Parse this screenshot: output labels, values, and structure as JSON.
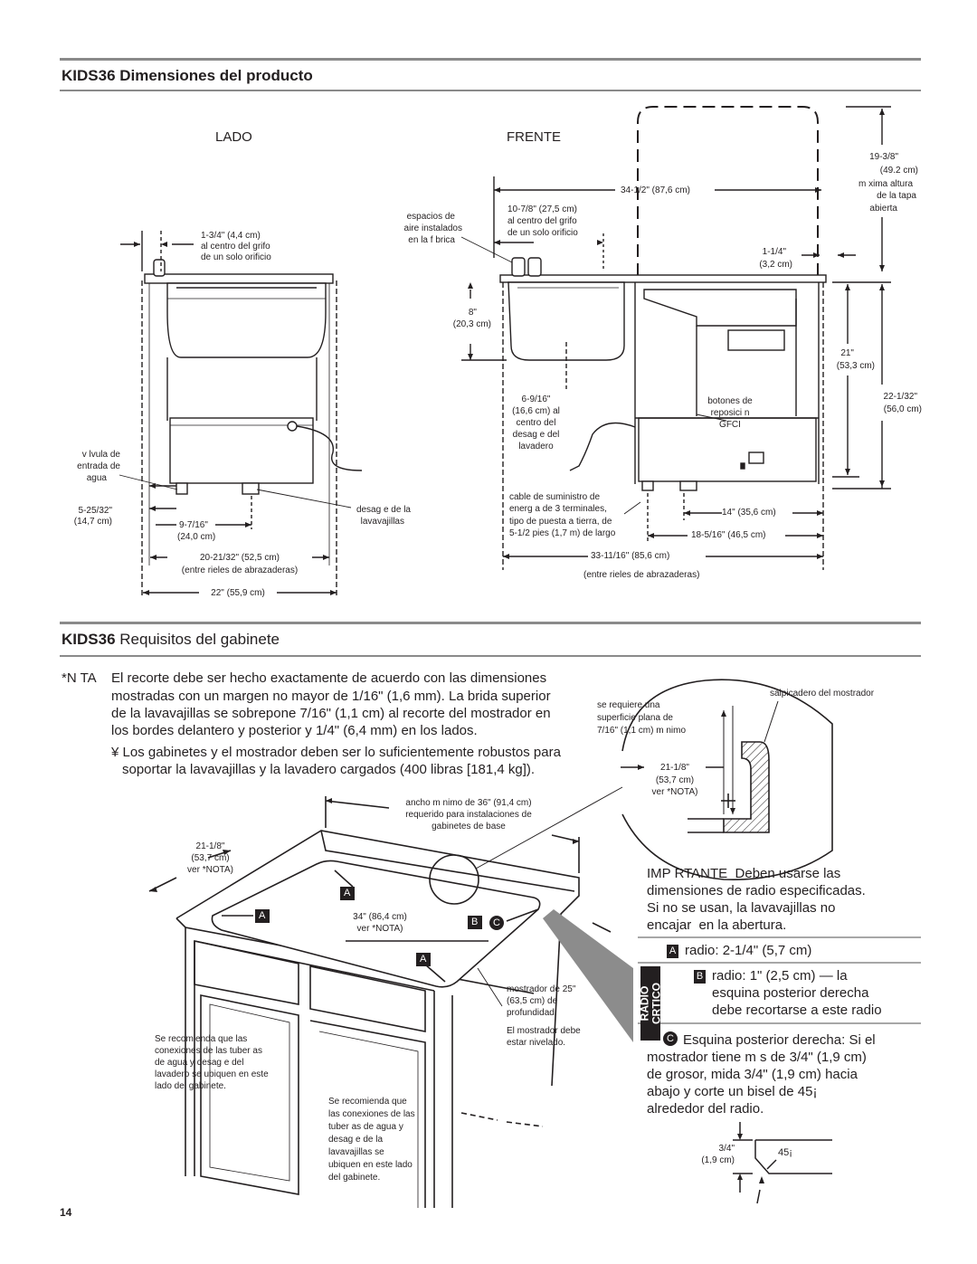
{
  "section1": {
    "title_model": "KIDS36",
    "title_rest": "Dimensiones del producto",
    "side": {
      "label": "LADO",
      "inlet_offset": "1-3/4\" (4,4 cm)",
      "inlet_offset_2": "al centro del grifo",
      "inlet_offset_3": "de un solo orificio",
      "valve_1": "v lvula de",
      "valve_2": "entrada de",
      "valve_3": "agua",
      "height_a": "5-25/32\"",
      "height_a_cm": "(14,7 cm)",
      "drain_offset": "9-7/16\"",
      "drain_offset_cm": "(24,0 cm)",
      "rail_width": "20-21/32\" (52,5 cm)",
      "rail_note": "(entre rieles de abrazaderas)",
      "total_width": "22\" (55,9 cm)",
      "drain_dw_1": "desag e de la",
      "drain_dw_2": "lavavajillas"
    },
    "front": {
      "label": "FRENTE",
      "air_1": "espacios de",
      "air_2": "aire instalados",
      "air_3": "en la f brica",
      "faucet_1": "10-7/8\" (27,5 cm)",
      "faucet_2": "al centro del grifo",
      "faucet_3": "de un solo orificio",
      "overall_width": "34-1/2\" (87,6 cm)",
      "depth_8": "8\"",
      "depth_8_cm": "(20,3 cm)",
      "drain_1": "6-9/16\"",
      "drain_2": "(16,6 cm) al",
      "drain_3": "centro del",
      "drain_4": "desag e del",
      "drain_5": "lavadero",
      "gfci_1": "botones de",
      "gfci_2": "reposici n",
      "gfci_3": "GFCI",
      "cable_1": "cable de suministro de",
      "cable_2": "energ a de 3 terminales,",
      "cable_3": "tipo de puesta a tierra, de",
      "cable_4": "5-1/2 pies (1,7 m) de largo",
      "w14": "14\" (35,6 cm)",
      "w18": "18-5/16\" (46,5 cm)",
      "w33": "33-11/16\" (85,6 cm)",
      "rail_note": "(entre rieles de abrazaderas)",
      "lid_1": "19-3/8\"",
      "lid_2": "(49.2 cm)",
      "lid_3": "m xima altura",
      "lid_4": "de la tapa",
      "lid_5": "abierta",
      "top_1": "1-1/4\"",
      "top_2": "(3,2 cm)",
      "h21": "21\"",
      "h21_cm": "(53,3 cm)",
      "h22": "22-1/32\"",
      "h22_cm": "(56,0 cm)"
    }
  },
  "section2": {
    "title_model": "KIDS36",
    "title_rest": "Requisitos del gabinete",
    "note_label": "*N TA",
    "note_line1": "El recorte debe ser hecho exactamente de acuerdo con las dimensiones",
    "note_line2": "mostradas con un margen no mayor de 1/16\" (1,6 mm). La brida superior",
    "note_line3": "de la lavavajillas se sobrepone 7/16\" (1,1 cm) al recorte del mostrador en",
    "note_line4": "los bordes delantero y posterior y 1/4\" (6,4 mm) en los lados.",
    "bullet_line1": "¥ Los gabinetes y el mostrador deben ser lo suficientemente robustos para",
    "bullet_line2": "soportar la lavavajillas y la lavadero cargados (400 libras [181,4 kg]).",
    "diagram": {
      "min_width_1": "ancho m nimo de 36\" (91,4 cm)",
      "min_width_2": "requerido para instalaciones de",
      "min_width_3": "gabinetes de base",
      "depth_1": "21-1/8\"",
      "depth_2": "(53,7 cm)",
      "depth_3": "ver *NOTA)",
      "width_1": "34\" (86,4 cm)",
      "width_2": "ver *NOTA)",
      "counter_1": "mostrador de 25\"",
      "counter_2": "(63,5 cm) de",
      "counter_3": "profundidad.",
      "level_1": "El mostrador debe",
      "level_2": "estar nivelado.",
      "rec1_1": "Se recomienda que las",
      "rec1_2": "conexiones de las tuber as",
      "rec1_3": "de agua y desag e del",
      "rec1_4": "lavadero se ubiquen en este",
      "rec1_5": "lado del gabinete.",
      "rec2_1": "Se recomienda que",
      "rec2_2": "las conexiones de las",
      "rec2_3": "tuber as de agua y",
      "rec2_4": "desag e de la",
      "rec2_5": "lavavajillas se",
      "rec2_6": "ubiquen en este lado",
      "rec2_7": "del gabinete.",
      "label_a": "A",
      "label_b": "B",
      "label_c": "C"
    },
    "detail": {
      "splash": "salpicadero del mostrador",
      "flat_1": "se requiere una",
      "flat_2": "superficie plana de",
      "flat_3": "7/16\" (1,1 cm) m nimo",
      "dim_1": "21-1/8\"",
      "dim_2": "(53,7 cm)",
      "dim_3": "ver *NOTA)"
    },
    "important_1": "IMP RTANTE  Deben usarse las",
    "important_2": "dimensiones de radio especificadas.",
    "important_3": "Si no se usan, la lavavajillas no",
    "important_4": "encajar  en la abertura.",
    "radio_label": "RADIO\nCRTICO",
    "radio_a": "radio: 2-1/4\" (5,7 cm)",
    "radio_b1": "radio: 1\" (2,5 cm) — la",
    "radio_b2": "esquina posterior derecha",
    "radio_b3": "debe recortarse a este radio",
    "corner_1": "Esquina posterior derecha: Si el",
    "corner_2": "mostrador tiene m s de 3/4\" (1,9 cm)",
    "corner_3": "de grosor, mida 3/4\" (1,9 cm) hacia",
    "corner_4": "abajo y corte un bisel de 45¡",
    "corner_5": "alrededor del radio.",
    "bevel_1": "3/4\"",
    "bevel_2": "(1,9 cm)",
    "bevel_3": "45¡"
  },
  "page_number": "14"
}
